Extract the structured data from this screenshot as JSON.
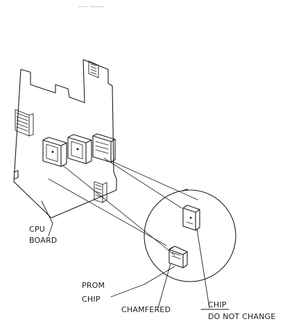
{
  "header_text": "---- ------",
  "labels": {
    "cpu_board_line1": "CPU",
    "cpu_board_line2": "BOARD",
    "prom_line1": "PROM",
    "prom_line2": "CHIP",
    "chamfered": "CHAMFERED",
    "chip_line1": "CHIP",
    "chip_line2": "DO NOT CHANGE"
  },
  "colors": {
    "ink": "#1a1a1a",
    "paper": "#ffffff"
  }
}
